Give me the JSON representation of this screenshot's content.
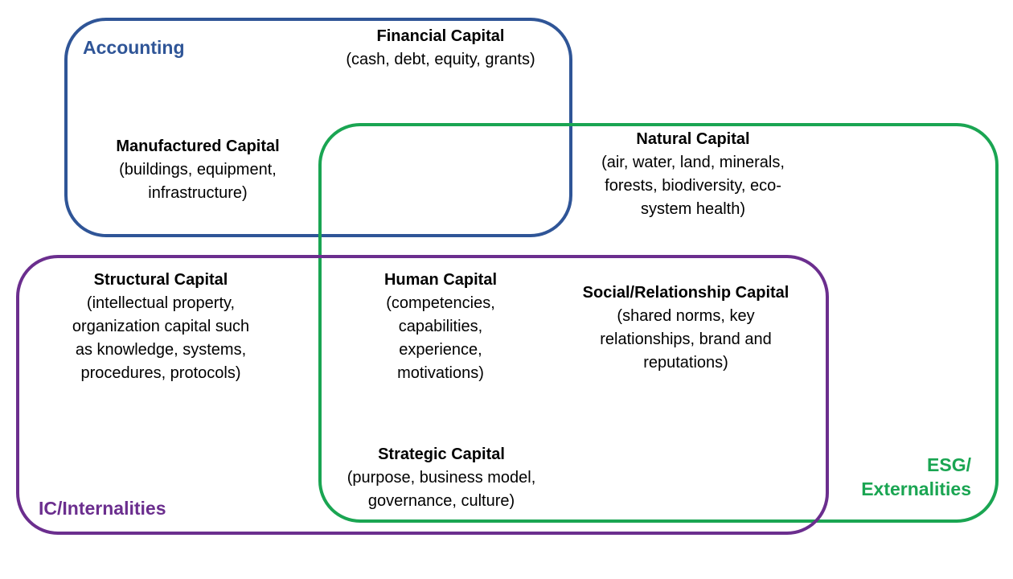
{
  "regions": {
    "accounting": {
      "label": "Accounting",
      "color": "#2f5597"
    },
    "esg": {
      "label_lines": [
        "ESG/",
        "Externalities"
      ],
      "color": "#1aa552"
    },
    "ic": {
      "label": "IC/Internalities",
      "color": "#6b2e8e"
    }
  },
  "capitals": {
    "financial": {
      "title": "Financial Capital",
      "lines": [
        "(cash, debt, equity, grants)"
      ]
    },
    "manufactured": {
      "title": "Manufactured Capital",
      "lines": [
        "(buildings, equipment,",
        "infrastructure)"
      ]
    },
    "natural": {
      "title": "Natural Capital",
      "lines": [
        "(air, water, land, minerals,",
        "forests, biodiversity, eco-",
        "system health)"
      ]
    },
    "structural": {
      "title": "Structural Capital",
      "lines": [
        "(intellectual property,",
        "organization capital such",
        "as knowledge, systems,",
        "procedures, protocols)"
      ]
    },
    "human": {
      "title": "Human Capital",
      "lines": [
        "(competencies,",
        "capabilities,",
        "experience,",
        "motivations)"
      ]
    },
    "social": {
      "title": "Social/Relationship Capital",
      "lines": [
        "(shared norms, key",
        "relationships, brand and",
        "reputations)"
      ]
    },
    "strategic": {
      "title": "Strategic Capital",
      "lines": [
        "(purpose, business model,",
        "governance, culture)"
      ]
    }
  }
}
